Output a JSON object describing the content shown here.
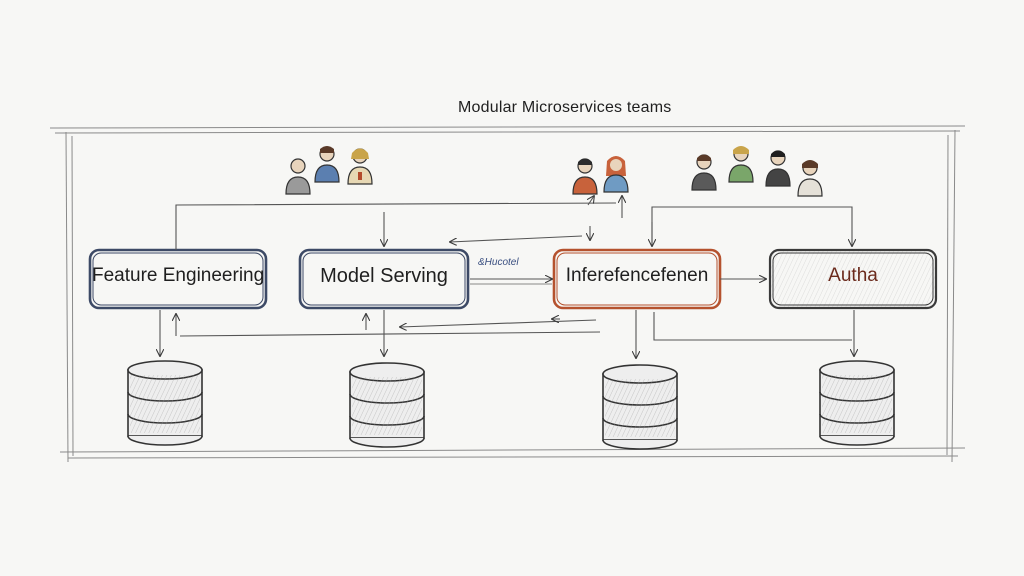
{
  "title": "Modular Microservices teams",
  "connector_label": "&Hucotel",
  "services": [
    {
      "name": "Feature Engineering",
      "color": "#3d4a66"
    },
    {
      "name": "Model Serving",
      "color": "#3d4a66"
    },
    {
      "name": "Inferefencefenen",
      "color": "#b5522e"
    },
    {
      "name": "Autha",
      "color": "#3a3a3a"
    }
  ],
  "colors": {
    "ink": "#3a3a3a",
    "orange_accent": "#c8623b",
    "red_accent": "#6b2a1c"
  }
}
